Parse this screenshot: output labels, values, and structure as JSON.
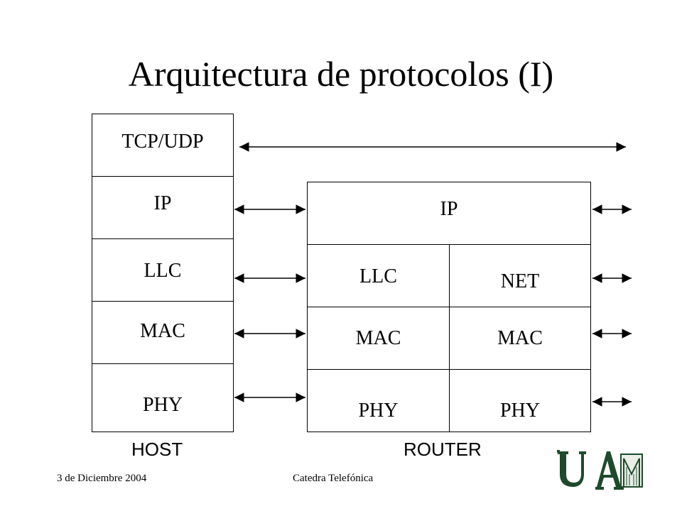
{
  "title": "Arquitectura de protocolos (I)",
  "host": {
    "label": "HOST",
    "layers": [
      "TCP/UDP",
      "IP",
      "LLC",
      "MAC",
      "PHY"
    ]
  },
  "router": {
    "label": "ROUTER",
    "top": "IP",
    "left": [
      "LLC",
      "MAC",
      "PHY"
    ],
    "right": [
      "NET",
      "MAC",
      "PHY"
    ]
  },
  "footer": {
    "date": "3 de Diciembre 2004",
    "center": "Catedra Telefónica"
  },
  "logo": {
    "text": "UAM",
    "color": "#1f4a2c"
  }
}
